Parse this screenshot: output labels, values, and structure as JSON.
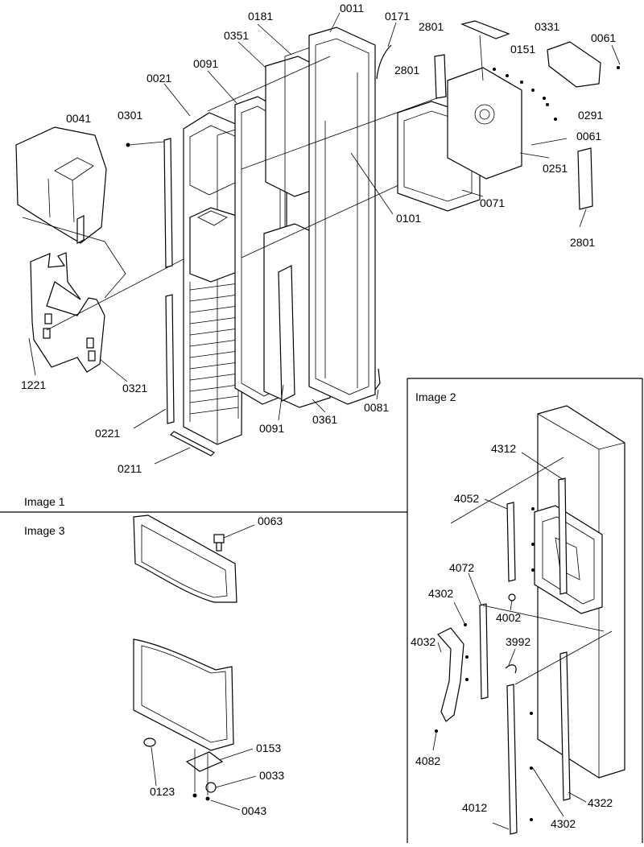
{
  "panels": {
    "image1": "Image 1",
    "image2": "Image 2",
    "image3": "Image 3"
  },
  "parts1": [
    "0011",
    "0181",
    "0351",
    "0171",
    "2801",
    "0331",
    "0061",
    "0151",
    "2801",
    "0021",
    "0091",
    "0301",
    "0041",
    "0291",
    "0061",
    "0251",
    "0101",
    "0071",
    "2801",
    "1221",
    "0321",
    "0221",
    "0091",
    "0361",
    "0081",
    "0211"
  ],
  "parts2": [
    "4312",
    "4052",
    "4072",
    "4302",
    "4002",
    "4032",
    "3992",
    "4082",
    "4012",
    "4302",
    "4322"
  ],
  "parts3": [
    "0063",
    "0153",
    "0123",
    "0033",
    "0043"
  ]
}
